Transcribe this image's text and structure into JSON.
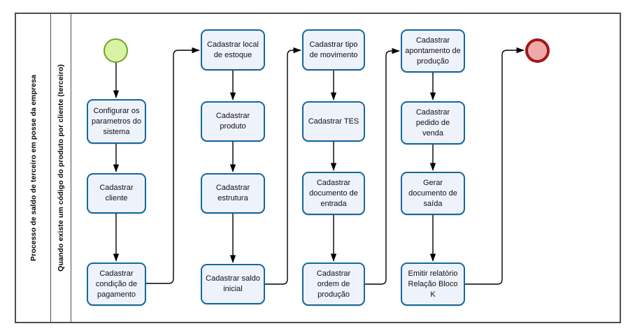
{
  "diagram": {
    "type": "bpmn-flowchart",
    "pool_label": "Processo de saldo de terceiro em posse da empresa",
    "lane_label": "Quando existe um código do produto por cliente (terceiro)",
    "colors": {
      "task_fill": "#eef2fb",
      "task_border": "#14689c",
      "start_fill": "#d9f2a3",
      "start_border": "#6fa32a",
      "end_fill": "#f0a9a9",
      "end_border": "#a01818",
      "frame": "#4d4d4d",
      "connector": "#000000"
    },
    "events": {
      "start": "start-event",
      "end": "end-event"
    },
    "columns": [
      {
        "id": "col-1",
        "tasks": [
          {
            "id": "task-configurar-parametros",
            "label": "Configurar os parametros do sistema"
          },
          {
            "id": "task-cadastrar-cliente",
            "label": "Cadastrar cliente"
          },
          {
            "id": "task-cadastrar-condicao-pagamento",
            "label": "Cadastrar condição de pagamento"
          }
        ]
      },
      {
        "id": "col-2",
        "tasks": [
          {
            "id": "task-cadastrar-local-estoque",
            "label": "Cadastrar local de estoque"
          },
          {
            "id": "task-cadastrar-produto",
            "label": "Cadastrar produto"
          },
          {
            "id": "task-cadastrar-estrutura",
            "label": "Cadastrar estrutura"
          },
          {
            "id": "task-cadastrar-saldo-inicial",
            "label": "Cadastrar saldo inicial"
          }
        ]
      },
      {
        "id": "col-3",
        "tasks": [
          {
            "id": "task-cadastrar-tipo-movimento",
            "label": "Cadastrar tipo de movimento"
          },
          {
            "id": "task-cadastrar-tes",
            "label": "Cadastrar TES"
          },
          {
            "id": "task-cadastrar-documento-entrada",
            "label": "Cadastrar documento de entrada"
          },
          {
            "id": "task-cadastrar-ordem-producao",
            "label": "Cadastrar ordem de produção"
          }
        ]
      },
      {
        "id": "col-4",
        "tasks": [
          {
            "id": "task-cadastrar-apontamento-producao",
            "label": "Cadastrar apontamento de produção"
          },
          {
            "id": "task-cadastrar-pedido-venda",
            "label": "Cadastrar pedido de venda"
          },
          {
            "id": "task-gerar-documento-saida",
            "label": "Gerar documento de saída"
          },
          {
            "id": "task-emitir-relatorio-bloco-k",
            "label": "Emitir relatório Relação Bloco K"
          }
        ]
      }
    ],
    "flow_order": [
      "start-event",
      "task-configurar-parametros",
      "task-cadastrar-cliente",
      "task-cadastrar-condicao-pagamento",
      "task-cadastrar-local-estoque",
      "task-cadastrar-produto",
      "task-cadastrar-estrutura",
      "task-cadastrar-saldo-inicial",
      "task-cadastrar-tipo-movimento",
      "task-cadastrar-tes",
      "task-cadastrar-documento-entrada",
      "task-cadastrar-ordem-producao",
      "task-cadastrar-apontamento-producao",
      "task-cadastrar-pedido-venda",
      "task-gerar-documento-saida",
      "task-emitir-relatorio-bloco-k",
      "end-event"
    ]
  }
}
